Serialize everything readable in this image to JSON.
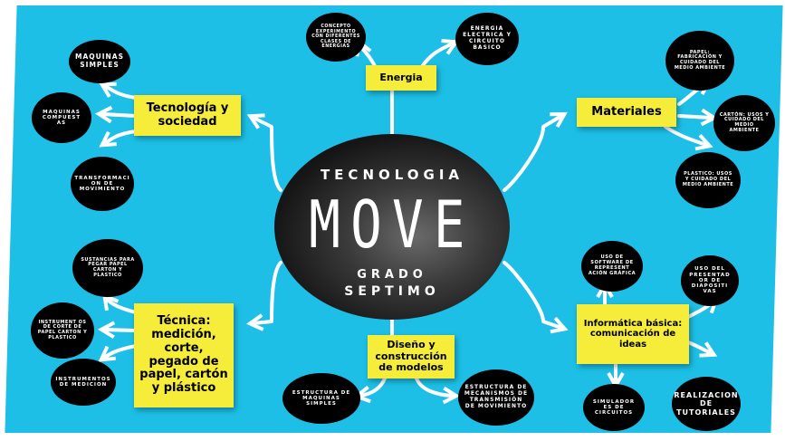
{
  "center": {
    "title": "TECNOLOGIA",
    "word": "MOVE",
    "grade_line1": "GRADO",
    "grade_line2": "SEPTIMO"
  },
  "categories": {
    "tecnologia_sociedad": "Tecnología y sociedad",
    "energia": "Energia",
    "materiales": "Materiales",
    "tecnica": "Técnica: medición, corte, pegado de papel, cartón y plástico",
    "diseno": "Diseño y construcción de modelos",
    "informatica": "Informática básica: comunicación de ideas"
  },
  "nodes": {
    "maquinas_simples": "MAQUINAS SIMPLES",
    "maquinas_compuestas": "MAQUINAS COMPUEST AS",
    "transformacion": "TRANSFORMACI ON DE MOVIMIENTO",
    "concepto": "CONCEPTO EXPERIMENTO CON DIFERENTES CLASES DE ENERGIAS",
    "energia_electrica": "ENERGIA ELECTRICA Y CIRCUITO BASICO",
    "papel": "PAPEL: FABRICACIÓN Y CUIDADO DEL MEDIO AMBIENTE",
    "carton": "CARTÓN: USOS Y CUIDADO DEL MEDIO AMBIENTE",
    "plastico": "PLASTICO: USOS Y CUIDADO DEL MEDIO AMBIENTE",
    "sustancias": "SUSTANCIAS PARA PEGAR PAPEL CARTON Y PLASTICO",
    "instrumentos_corte": "INSTRUMENT OS DE CORTE DE PAPEL CARTON Y PLASTICO",
    "instrumentos_medicion": "INSTRUMENTOS DE MEDICION",
    "estructura_maquinas": "ESTRUCTURA DE MAQUINAS SIMPLES",
    "estructura_mecanismos": "ESTRUCTURA DE MECANISMOS DE TRANSMISIÓN DE MOVIMIENTO",
    "uso_software": "USO DE SOFTWARE DE REPRESENT ACIÓN GRÁFICA",
    "uso_presentador": "USO DEL PRESENTAD OR DE DIAPOSITI VAS",
    "simuladores": "SIMULADOR ES DE CIRCUITOS",
    "realizacion": "REALIZACION DE TUTORIALES"
  },
  "colors": {
    "background": "#1dbfe6",
    "box": "#f6ec3a",
    "node": "#000000",
    "connector": "#ffffff"
  }
}
